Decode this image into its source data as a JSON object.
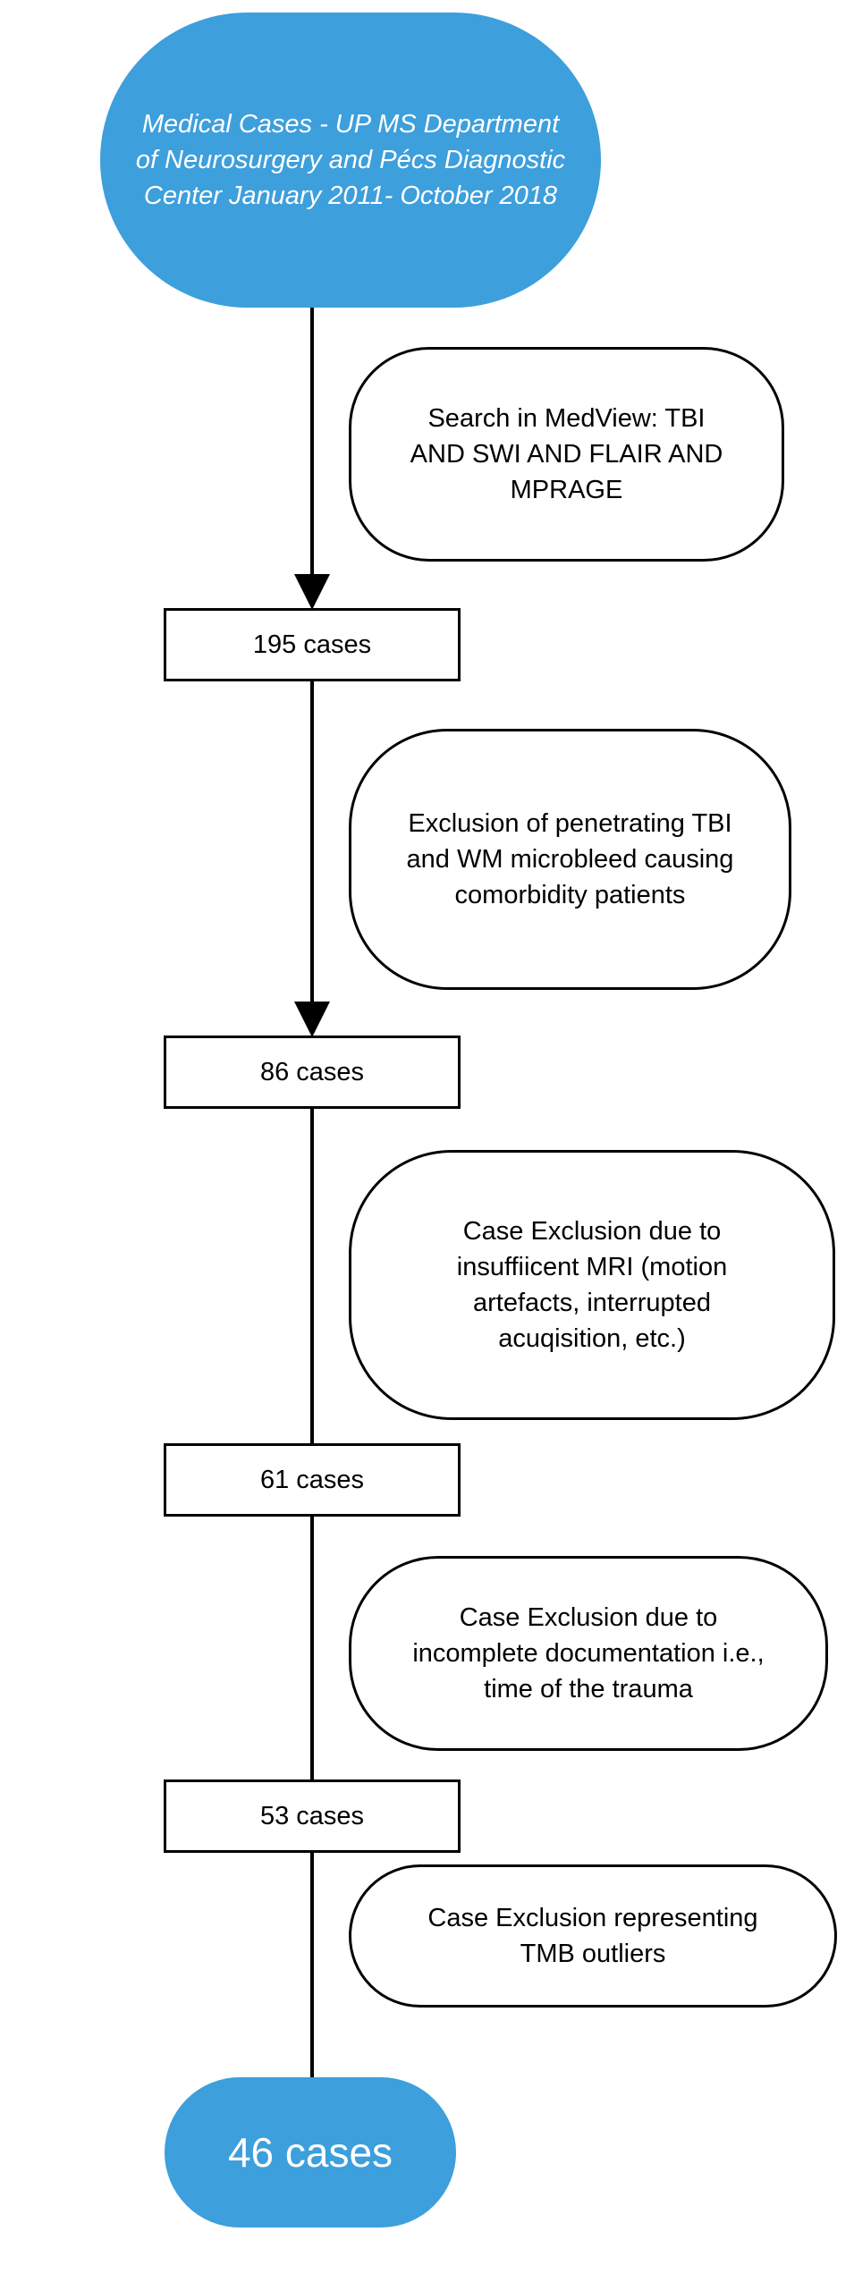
{
  "flowchart": {
    "start": {
      "line1": "Medical Cases - UP MS  Department",
      "line2": "of Neurosurgery and Pécs Diagnostic",
      "line3": "Center January 2011- October 2018"
    },
    "steps": [
      {
        "note": [
          "Search in MedView: TBI",
          "AND SWI AND FLAIR AND",
          "MPRAGE"
        ],
        "count": "195 cases"
      },
      {
        "note": [
          "Exclusion of penetrating TBI",
          "and  WM microbleed causing",
          "comorbidity patients"
        ],
        "count": "86 cases"
      },
      {
        "note": [
          "Case Exclusion due to",
          "insuffiicent MRI (motion",
          "artefacts, interrupted",
          "acuqisition, etc.)"
        ],
        "count": "61 cases"
      },
      {
        "note": [
          "Case Exclusion due to",
          "incomplete documentation i.e.,",
          "time of the trauma"
        ],
        "count": "53 cases"
      },
      {
        "note": [
          "Case Exclusion representing",
          "TMB outliers"
        ]
      }
    ],
    "end": {
      "label": "46 cases"
    }
  },
  "colors": {
    "terminal_fill": "#3d9fdc",
    "terminal_text": "#ffffff",
    "stroke": "#000000",
    "background": "#ffffff"
  }
}
